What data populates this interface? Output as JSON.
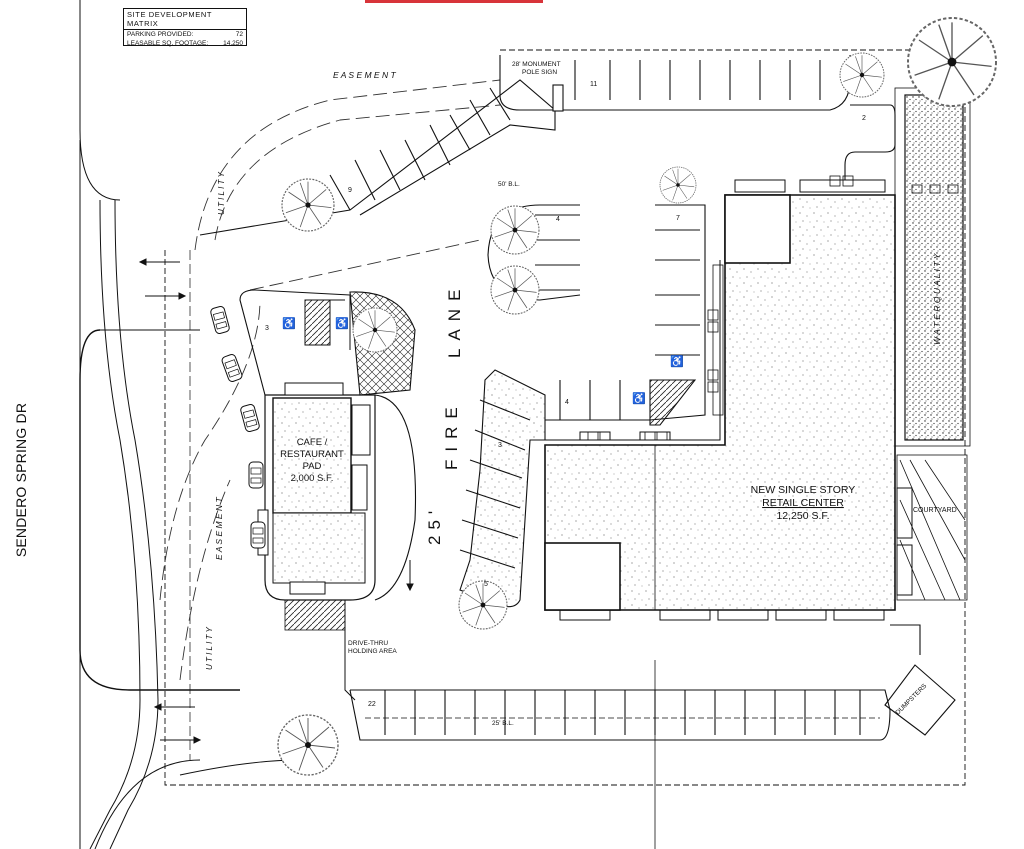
{
  "matrix": {
    "title": "SITE DEVELOPMENT MATRIX",
    "rows": [
      {
        "label": "PARKING PROVIDED:",
        "value": "72"
      },
      {
        "label": "LEASABLE SQ. FOOTAGE:",
        "value": "14,250"
      }
    ]
  },
  "road_name": "SENDERO SPRING DR",
  "labels": {
    "easement_top": "E A S E M E N T",
    "easement_left": "E A S E M E N T",
    "utility_upper": "U T I L I T Y",
    "utility_lower": "U T I L I T Y",
    "water_quality": "W A T E R   Q U A L I T Y",
    "monument_line1": "28' MONUMENT",
    "monument_line2": "POLE SIGN",
    "bl_top": "50' B.L.",
    "bl_bottom": "25' B.L.",
    "fire_lane": "FIRE",
    "lane": "LANE",
    "fire_width": "25'",
    "cafe_line1": "CAFE /",
    "cafe_line2": "RESTAURANT",
    "cafe_line3": "PAD",
    "cafe_line4": "2,000 S.F.",
    "retail_line1": "NEW SINGLE STORY",
    "retail_line2": "RETAIL CENTER",
    "retail_line3": "12,250 S.F.",
    "courtyard": "COURTYARD",
    "dumpsters": "DUMPSTERS",
    "drive_thru_line1": "DRIVE-THRU",
    "drive_thru_line2": "HOLDING AREA"
  },
  "space_counts": {
    "top_row": "11",
    "diagonal_row": "9",
    "upper_right": "2",
    "island_left": "4",
    "island_right": "7",
    "handicap_row": "3",
    "center_row": "4",
    "angled_row": "3",
    "angled_row_lower": "5",
    "bottom_row": "22"
  }
}
